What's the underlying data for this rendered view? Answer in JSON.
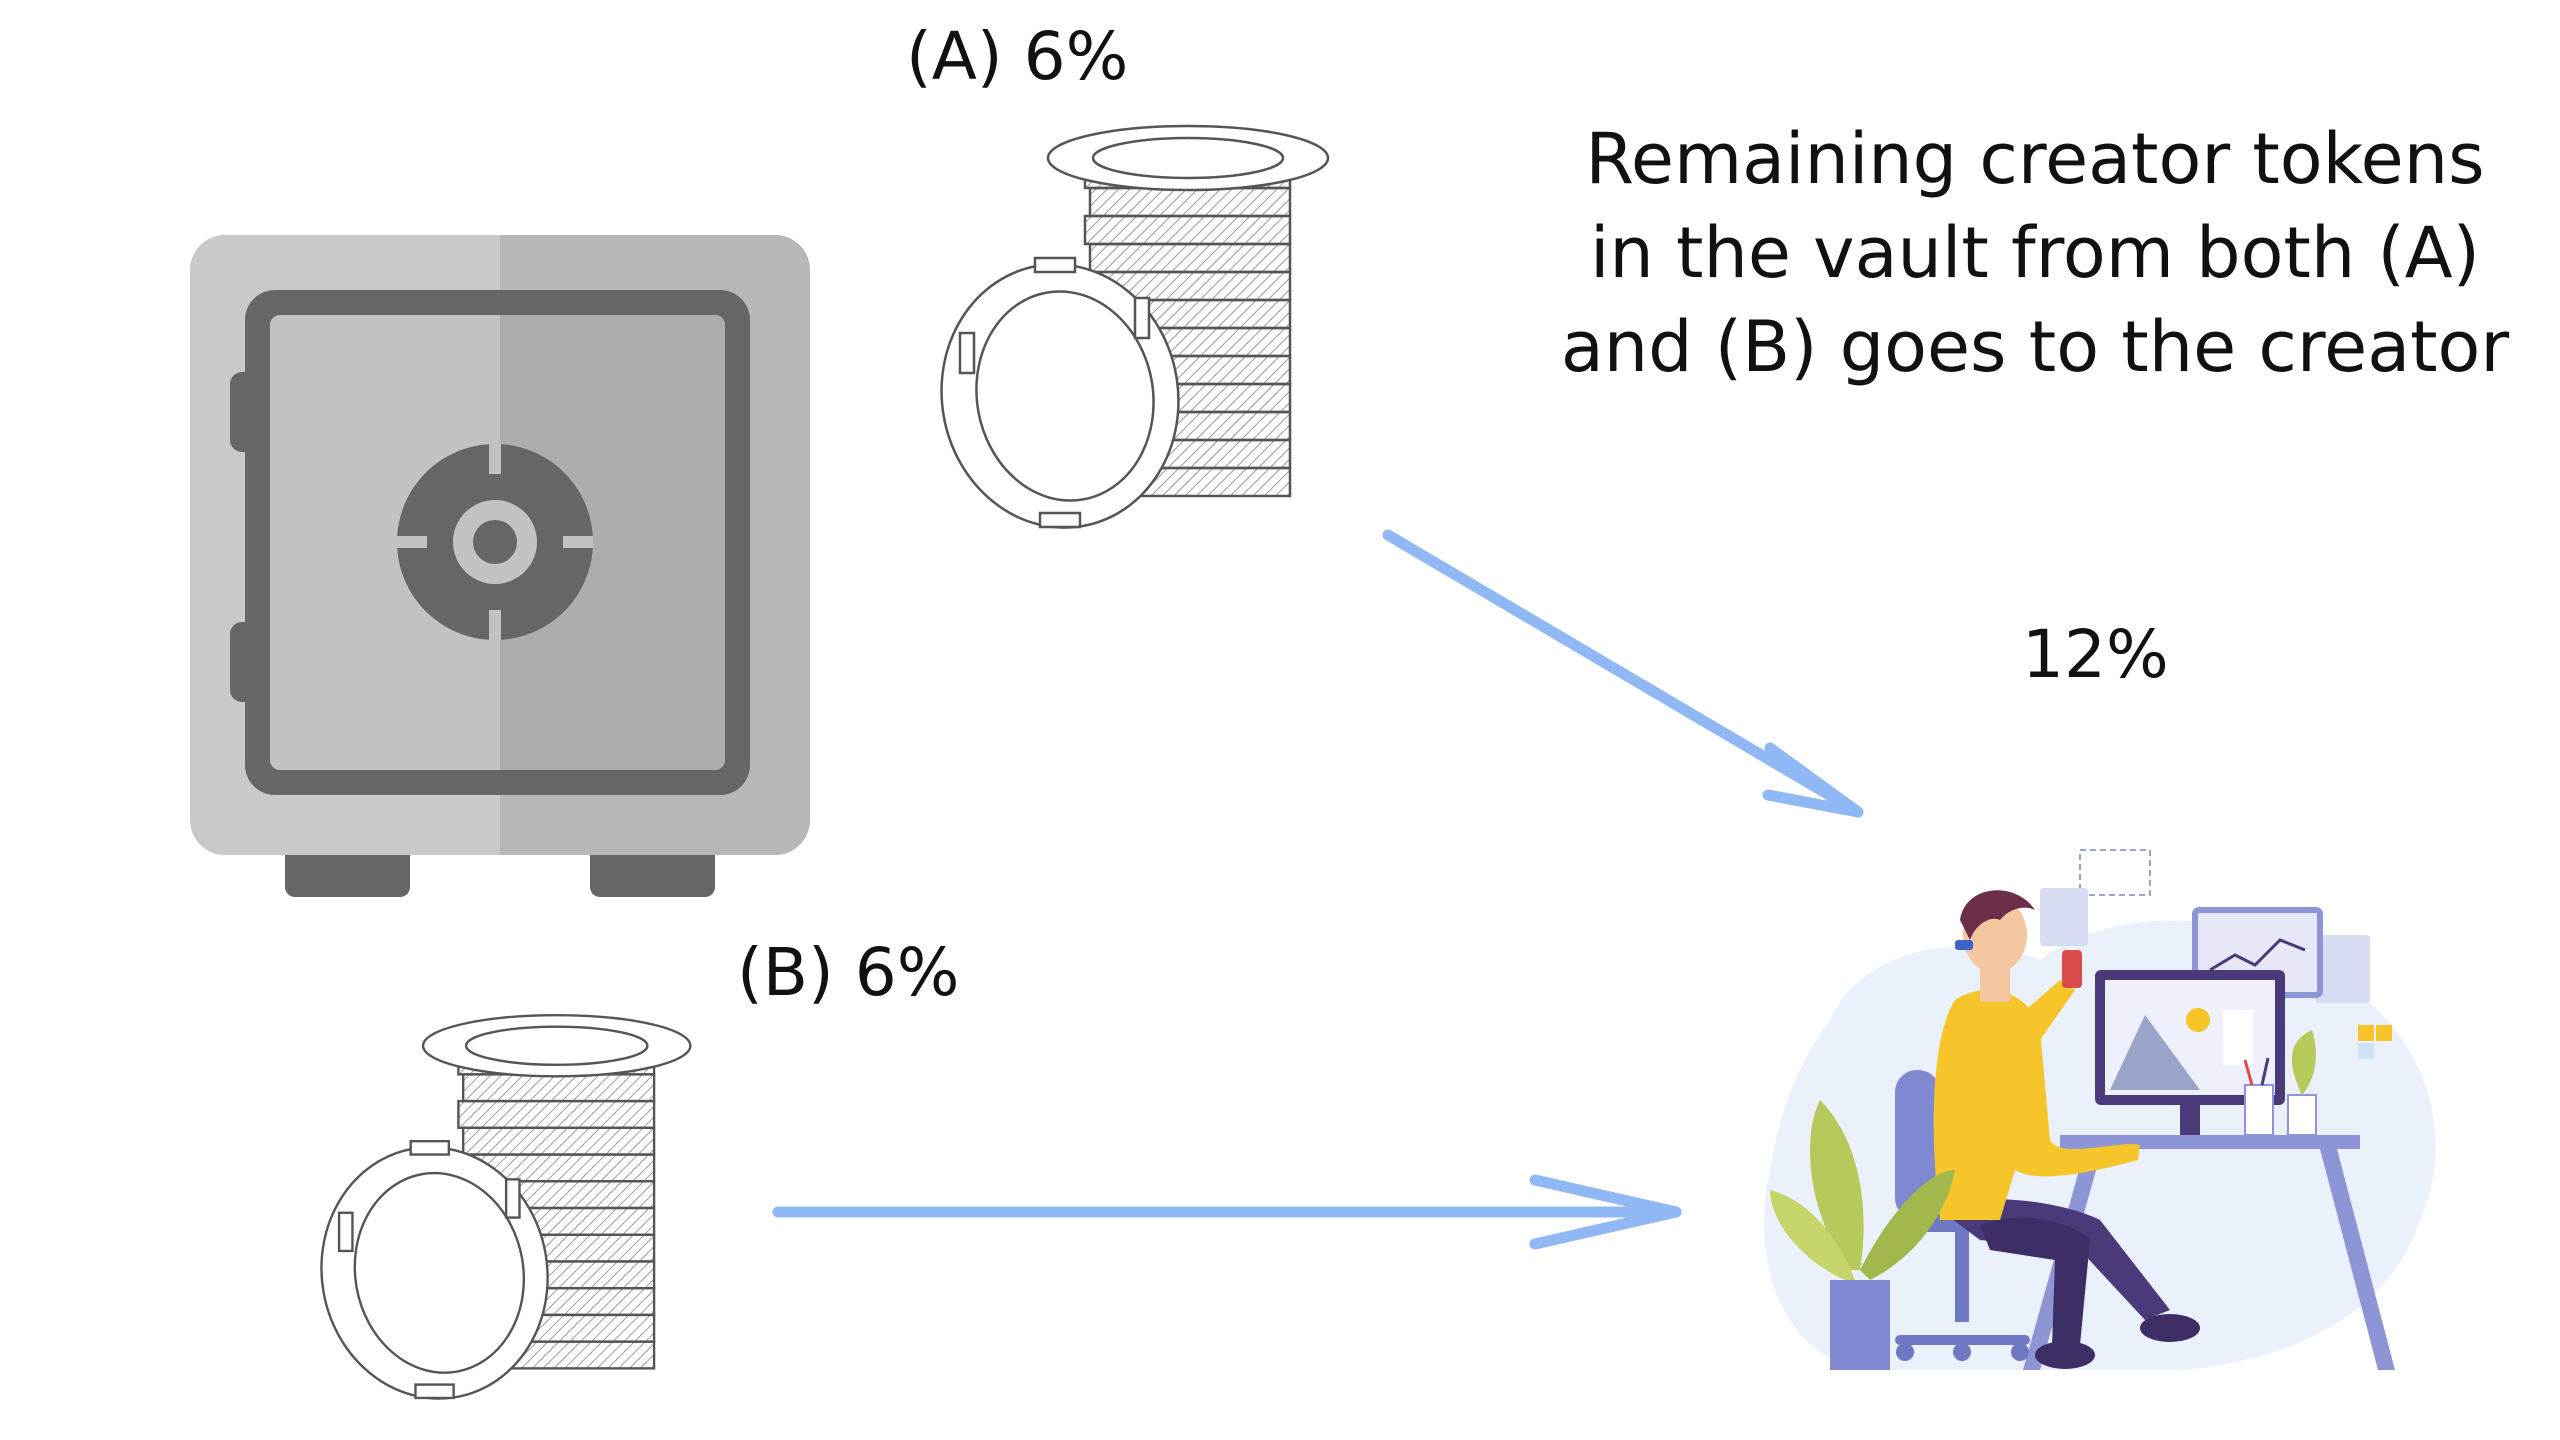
{
  "labels": {
    "a": "(A)  6%",
    "b": "(B) 6%",
    "total": "12%"
  },
  "note": {
    "lines": [
      "Remaining creator tokens",
      "in the vault from both (A)",
      "and (B) goes to the creator"
    ]
  },
  "colors": {
    "arrow": "#8fb8f5",
    "safe_body": "#b8b8b8",
    "safe_dark": "#666666",
    "shirt": "#f5c52a",
    "pants": "#4b3a7a",
    "desk": "#8e95d6",
    "plant": "#b7c95a"
  },
  "icons": {
    "vault": "safe-icon",
    "coins_a": "coin-stack-icon",
    "coins_b": "coin-stack-icon",
    "creator": "person-at-computer-illustration"
  }
}
